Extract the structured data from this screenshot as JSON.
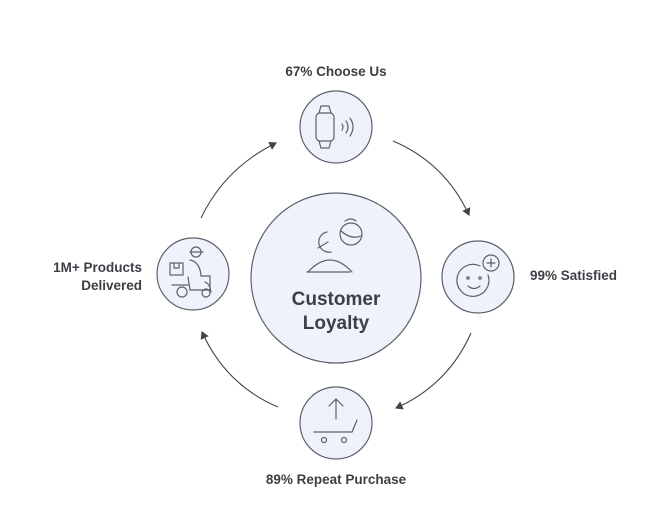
{
  "center": {
    "line1": "Customer",
    "line2": "Loyalty",
    "icon": "loyalty-cycle-icon"
  },
  "nodes": [
    {
      "label": "67% Choose Us",
      "icon": "smartwatch-icon"
    },
    {
      "label": "99% Satisfied",
      "icon": "smiley-plus-icon"
    },
    {
      "label": "89% Repeat Purchase",
      "icon": "shopping-cart-icon"
    },
    {
      "label_line1": "1M+ Products",
      "label_line2": "Delivered",
      "icon": "delivery-scooter-icon"
    }
  ],
  "colors": {
    "fill": "#eef3fb",
    "stroke": "#5b606b",
    "text": "#3d3f45"
  }
}
